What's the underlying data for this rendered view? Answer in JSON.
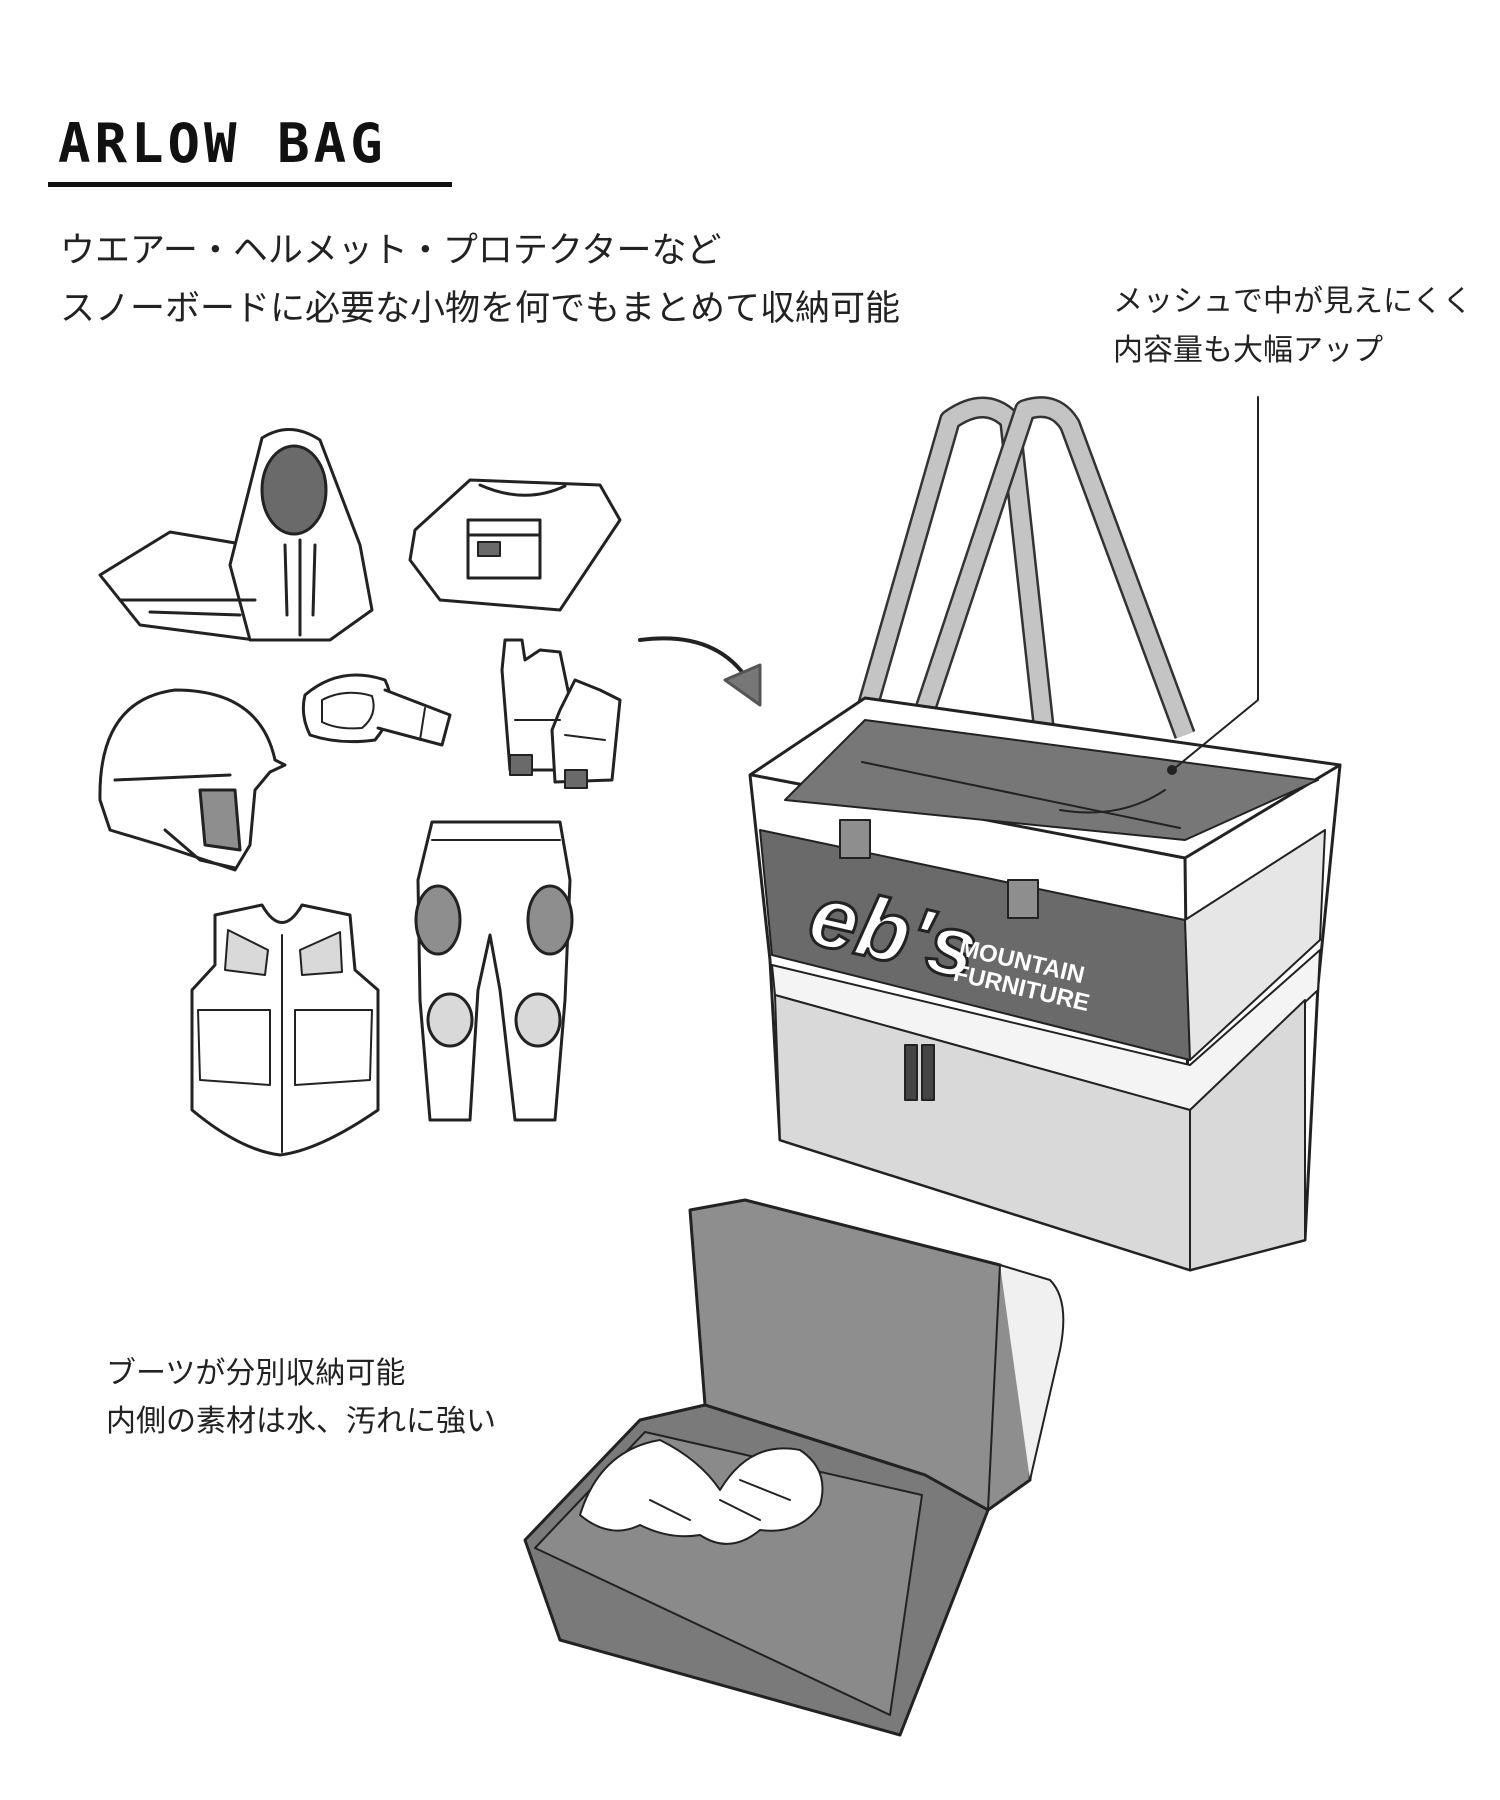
{
  "title": "ARLOW BAG",
  "lead": [
    "ウエアー・ヘルメット・プロテクターなど",
    "スノーボードに必要な小物を何でもまとめて収納可能"
  ],
  "mesh_note": [
    "メッシュで中が見えにくく",
    "内容量も大幅アップ"
  ],
  "boots_note": [
    "ブーツが分別収納可能",
    "内側の素材は水、汚れに強い"
  ],
  "bag_logo": {
    "brand": "eb's",
    "line1": "MOUNTAIN",
    "line2": "FURNITURE"
  },
  "colors": {
    "ink": "#222222",
    "dark_gray": "#6a6a6a",
    "mid_gray": "#8e8e8e",
    "light_gray": "#d9d9d9",
    "paper": "#ffffff"
  },
  "icons": [
    "jacket-icon",
    "shirt-icon",
    "helmet-icon",
    "goggles-icon",
    "gloves-icon",
    "vest-icon",
    "pants-icon",
    "arrow-icon",
    "tote-bag-icon",
    "boot-compartment-icon"
  ]
}
